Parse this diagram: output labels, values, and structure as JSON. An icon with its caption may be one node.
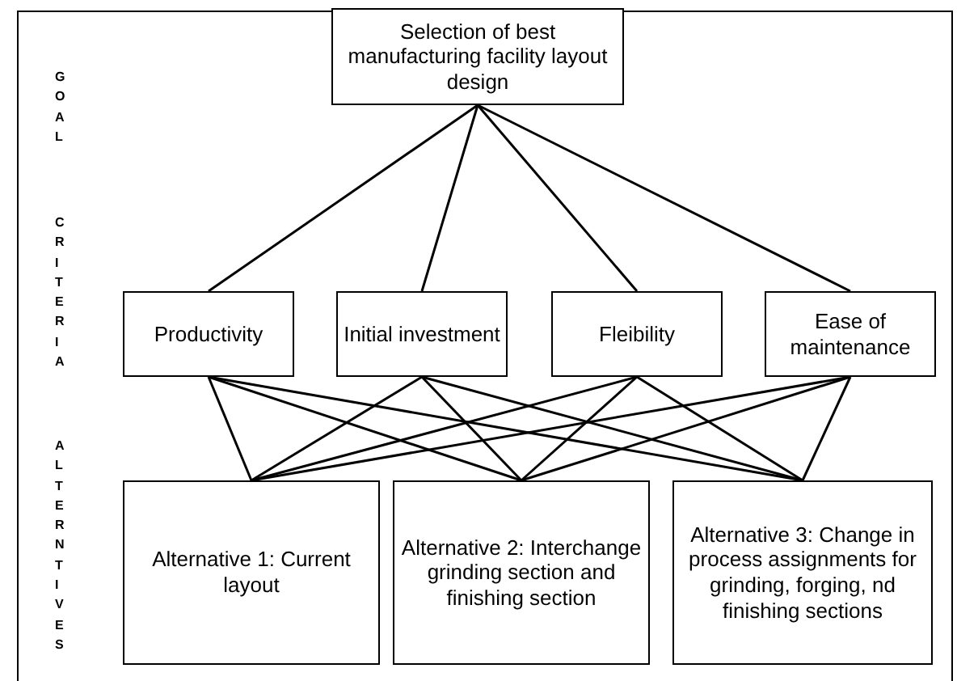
{
  "diagram": {
    "nodes": [
      {
        "text": [
          "Selection of best manufacturing facility layout design"
        ]
      },
      {
        "text": [
          "Productivity"
        ]
      },
      {
        "text": [
          "Initial investment"
        ]
      },
      {
        "text": [
          "Fleibility"
        ]
      },
      {
        "text": [
          "Ease of maintenance"
        ]
      },
      {
        "text": [
          "Alternative 1: Current layout"
        ]
      },
      {
        "text": [
          "Alternative 2: Interchange grinding section and finishing section"
        ]
      },
      {
        "text": [
          "Alternative 3: Change in process assignments for grinding, forging, nd finishing sections"
        ]
      }
    ],
    "edges": [
      {
        "from": 0,
        "to": 1,
        "arrow": "none"
      },
      {
        "from": 0,
        "to": 2,
        "arrow": "none"
      },
      {
        "from": 0,
        "to": 3,
        "arrow": "none"
      },
      {
        "from": 0,
        "to": 4,
        "arrow": "none"
      },
      {
        "from": 1,
        "to": 5,
        "arrow": "none"
      },
      {
        "from": 1,
        "to": 6,
        "arrow": "none"
      },
      {
        "from": 1,
        "to": 7,
        "arrow": "none"
      },
      {
        "from": 2,
        "to": 5,
        "arrow": "none"
      },
      {
        "from": 2,
        "to": 6,
        "arrow": "none"
      },
      {
        "from": 2,
        "to": 7,
        "arrow": "none"
      },
      {
        "from": 3,
        "to": 5,
        "arrow": "none"
      },
      {
        "from": 3,
        "to": 6,
        "arrow": "none"
      },
      {
        "from": 3,
        "to": 7,
        "arrow": "none"
      },
      {
        "from": 4,
        "to": 5,
        "arrow": "none"
      },
      {
        "from": 4,
        "to": 6,
        "arrow": "none"
      },
      {
        "from": 4,
        "to": 7,
        "arrow": "none"
      }
    ],
    "labels": [
      "GOAL",
      "CRITERIA",
      "ALTERNTIVES"
    ]
  }
}
